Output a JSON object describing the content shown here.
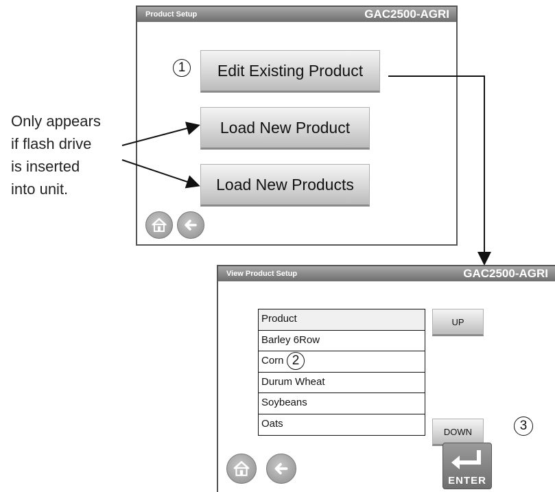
{
  "screen1": {
    "title_left": "Product Setup",
    "title_right": "GAC2500-AGRI",
    "buttons": {
      "edit_existing": "Edit Existing Product",
      "load_new_product": "Load New Product",
      "load_new_products": "Load New Products"
    },
    "step_number": "1"
  },
  "annotation": {
    "line1": "Only appears",
    "line2": "if flash drive",
    "line3": "is inserted",
    "line4": "into unit."
  },
  "screen2": {
    "title_left": "View Product Setup",
    "title_right": "GAC2500-AGRI",
    "list": {
      "header": "Product",
      "items": [
        "Barley 6Row",
        "Corn",
        "Durum Wheat",
        "Soybeans",
        "Oats"
      ]
    },
    "up_label": "UP",
    "down_label": "DOWN",
    "enter_label": "ENTER",
    "step_number_list": "2",
    "step_number_enter": "3"
  },
  "icons": {
    "home": "home-icon",
    "back": "back-arrow-icon",
    "enter": "enter-arrow-icon"
  },
  "colors": {
    "titlebar": "#8a8a8a",
    "button_top": "#f4f4f4",
    "button_bottom": "#bcbcbc",
    "border": "#555555"
  }
}
